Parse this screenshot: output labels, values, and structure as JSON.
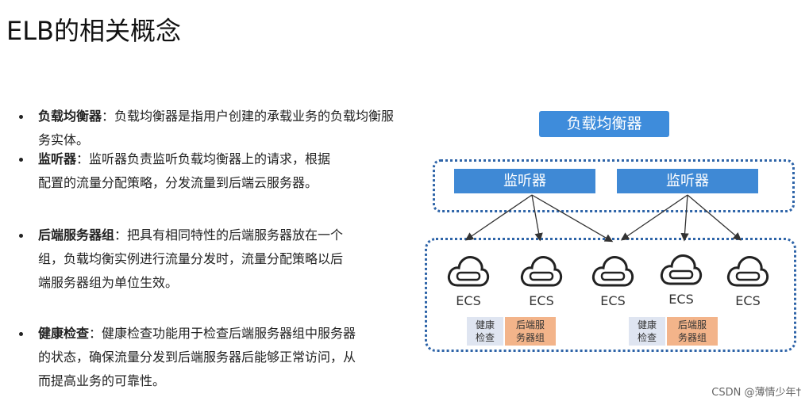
{
  "title": "ELB的相关概念",
  "bullets": [
    {
      "term": "负载均衡器",
      "text": "：负载均衡器是指用户创建的承载业务的负载均衡服务实体。",
      "lines": [
        "负载均衡器：负载均衡器是指用户创建的承载业务的负载均衡服务实体。"
      ]
    },
    {
      "term": "监听器",
      "lines": [
        "监听器：监听器负责监听负载均衡器上的请求，根据",
        "配置的流量分配策略，分发流量到后端云服务器。"
      ]
    },
    {
      "term": "后端服务器组",
      "lines": [
        "后端服务器组：把具有相同特性的后端服务器放在一个",
        "组，负载均衡实例进行流量分发时，流量分配策略以后",
        "端服务器组为单位生效。"
      ]
    },
    {
      "term": "健康检查",
      "lines": [
        "健康检查：健康检查功能用于检查后端服务器组中服务器",
        "的状态，确保流量分发到后端服务器后能够正常访问，从",
        "而提高业务的可靠性。"
      ]
    }
  ],
  "diagram": {
    "load_balancer": "负载均衡器",
    "listeners": [
      "监听器",
      "监听器"
    ],
    "ecs": [
      "ECS",
      "ECS",
      "ECS",
      "ECS",
      "ECS"
    ],
    "tags": [
      {
        "health": "健康\n检查",
        "backend": "后端服\n务器组"
      },
      {
        "health": "健康\n检查",
        "backend": "后端服\n务器组"
      }
    ]
  },
  "watermark": "CSDN @薄情少年†",
  "colors": {
    "accent": "#3e8cdb",
    "group_border": "#2e64a8",
    "health_tag": "#dfe5f1",
    "backend_tag": "#f3b48a"
  }
}
